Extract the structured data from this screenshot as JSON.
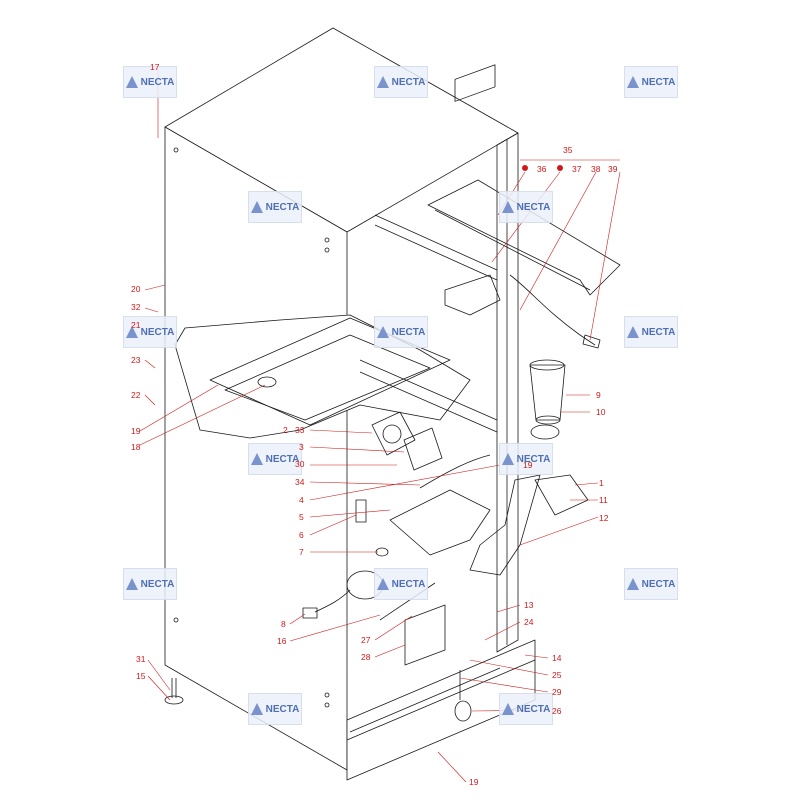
{
  "watermark": {
    "text": "NECTA",
    "color": "#4f6fb5"
  },
  "colors": {
    "label": "#d01a1a",
    "line": "#1a1a1a",
    "leader": "#d01a1a"
  },
  "callouts": [
    "17",
    "35",
    "36",
    "37",
    "38",
    "39",
    "20",
    "32",
    "21",
    "23",
    "22",
    "19",
    "18",
    "9",
    "10",
    "2",
    "33",
    "3",
    "30",
    "34",
    "19",
    "4",
    "1",
    "11",
    "5",
    "12",
    "6",
    "7",
    "8",
    "16",
    "27",
    "28",
    "13",
    "24",
    "14",
    "25",
    "29",
    "26",
    "31",
    "15",
    "19"
  ]
}
